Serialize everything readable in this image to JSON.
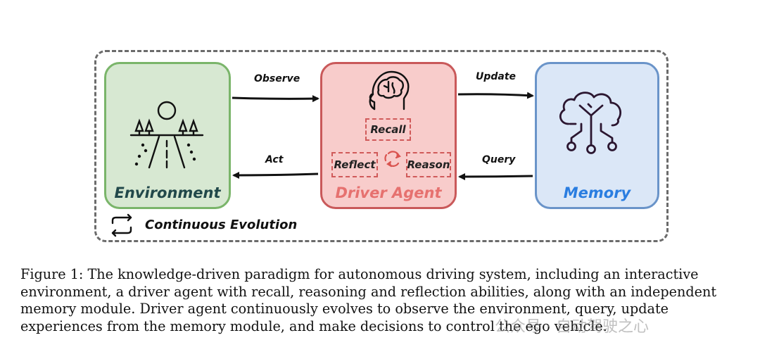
{
  "diagram": {
    "environment_title": "Environment",
    "agent_title": "Driver Agent",
    "memory_title": "Memory",
    "recall_label": "Recall",
    "reflect_label": "Reflect",
    "reason_label": "Reason",
    "observe_label": "Observe",
    "update_label": "Update",
    "act_label": "Act",
    "query_label": "Query",
    "evolution_label": "Continuous Evolution"
  },
  "caption": {
    "lines": [
      "Figure 1: The knowledge-driven paradigm for autonomous driving system, including an interactive",
      "environment, a driver agent with recall, reasoning and reflection abilities, along with an independent",
      "memory module.  Driver agent continuously evolves to observe the environment, query, update",
      "experiences from the memory module, and make decisions to control the ego vehicle."
    ]
  },
  "watermark": "公众号 · 自动驾驶之心",
  "colors": {
    "env_fill": "#d7e8d2",
    "env_border": "#7ab56a",
    "agent_fill": "#f8cccb",
    "agent_border": "#c9595a",
    "mem_fill": "#dbe7f7",
    "mem_border": "#6a94c9"
  },
  "icons": [
    "road-scene-icon",
    "brain-head-icon",
    "cycle-arrows-icon",
    "cloud-circuit-icon",
    "loop-arrows-icon"
  ]
}
